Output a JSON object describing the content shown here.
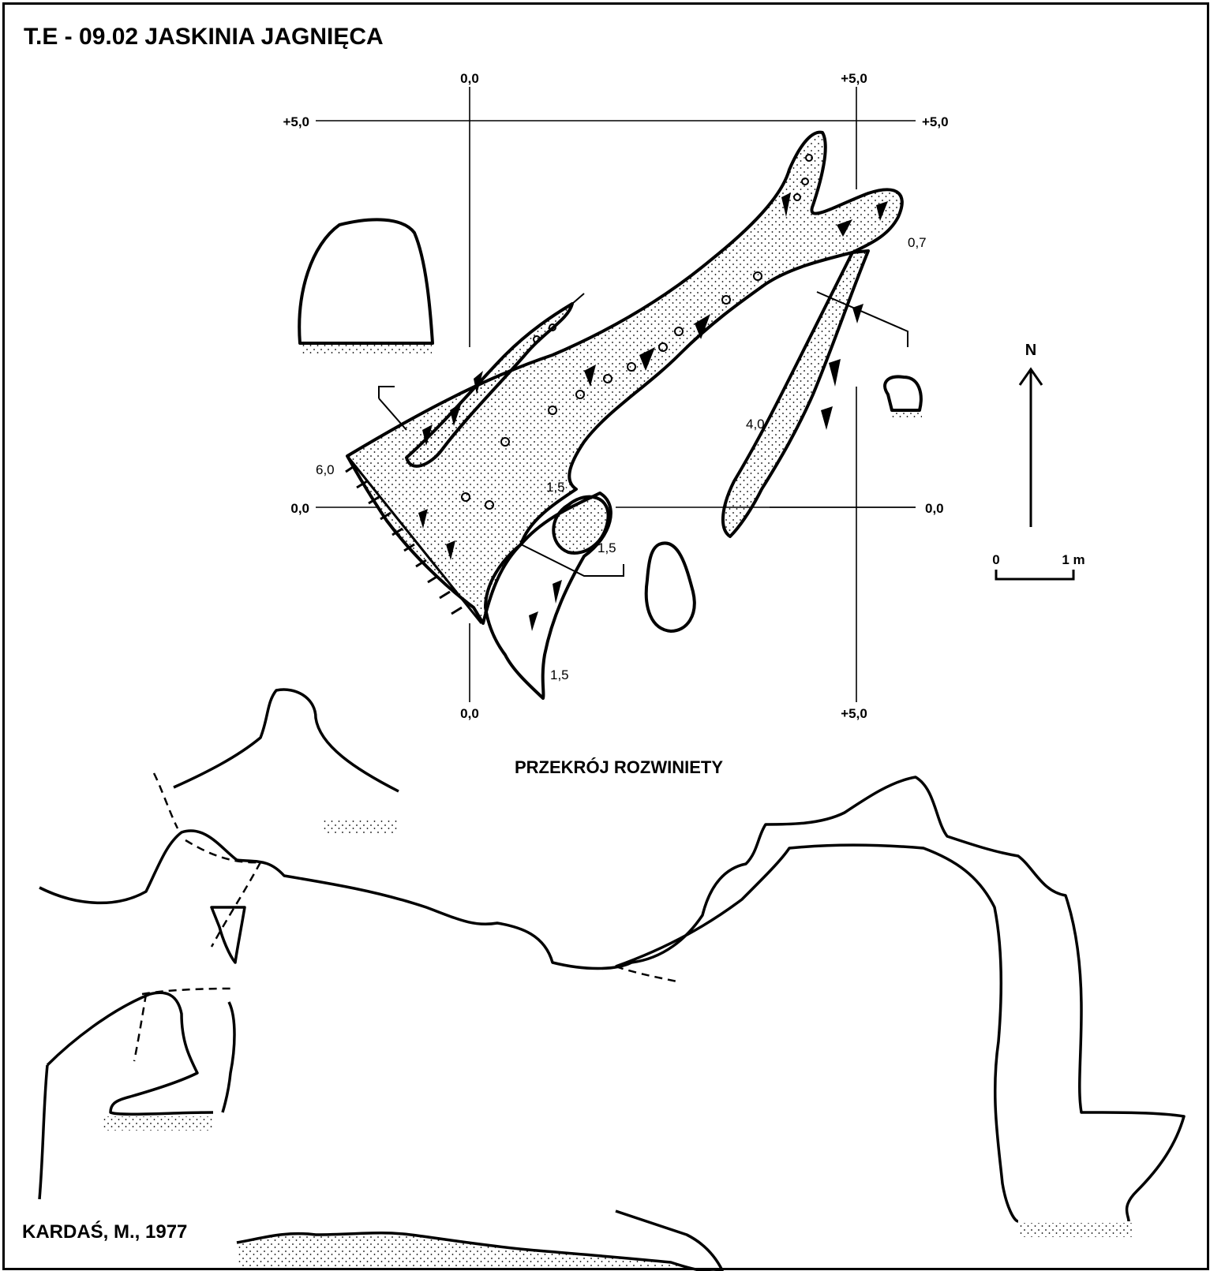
{
  "title": "T.E - 09.02  JASKINIA JAGNIĘCA",
  "author": "KARDAŚ, M., 1977",
  "section_title": "PRZEKRÓJ ROZWINIETY",
  "grid": {
    "top_left": "0,0",
    "top_right": "+5,0",
    "left_top": "+5,0",
    "right_top": "+5,0",
    "left_mid": "0,0",
    "right_mid": "0,0",
    "bottom_left": "0,0",
    "bottom_right": "+5,0"
  },
  "depths": {
    "d1": "0,7",
    "d2": "4,0",
    "d3": "6,0",
    "d4": "1,5",
    "d5": "1,5",
    "d6": "1,5"
  },
  "north_label": "N",
  "scale": {
    "zero": "0",
    "one": "1 m"
  },
  "icons": [
    "north-arrow-icon",
    "scale-bar-icon"
  ]
}
